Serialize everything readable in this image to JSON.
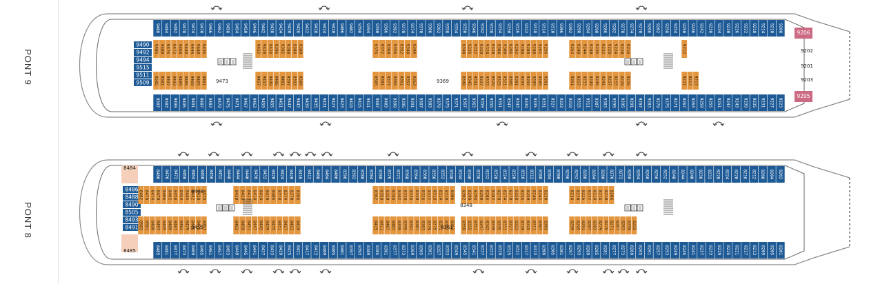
{
  "decks": [
    {
      "label": "PONT 9",
      "topRow": [
        "9488",
        "9484",
        "9482",
        "9478",
        "9474",
        "9470",
        "9466",
        "9462",
        "9458",
        "9454",
        "9450",
        "9446",
        "9442",
        "9438",
        "9434",
        "9430",
        "9426",
        "9422",
        "9418",
        "9414",
        "9410",
        "9406",
        "9402",
        "9398",
        "9394",
        "9390",
        "9386",
        "9382",
        "9378",
        "9374",
        "9370",
        "9366",
        "9362",
        "9358",
        "9354",
        "9350",
        "9346",
        "9342",
        "9338",
        "9334",
        "9330",
        "9326",
        "9322",
        "9318",
        "9314",
        "9310",
        "9306",
        "9302",
        "9298",
        "9294",
        "9290",
        "9286",
        "9282",
        "9278",
        "9274",
        "9270",
        "9266",
        "9262",
        "9258",
        "9254",
        "9250",
        "9246",
        "9242",
        "9238",
        "9234",
        "9230",
        "9226",
        "9222",
        "9218",
        "9214",
        "9210",
        "9208"
      ],
      "bottomRow": [
        "9507",
        "9503",
        "9499",
        "9495",
        "9491",
        "9487",
        "9483",
        "9479",
        "9475",
        "9471",
        "9467",
        "9463",
        "9459",
        "9455",
        "9451",
        "9447",
        "9443",
        "9439",
        "9435",
        "9431",
        "9427",
        "9423",
        "9419",
        "9415",
        "9411",
        "9407",
        "9403",
        "9399",
        "9395",
        "9391",
        "9387",
        "9383",
        "9379",
        "9375",
        "9371",
        "9367",
        "9363",
        "9359",
        "9355",
        "9351",
        "9347",
        "9343",
        "9339",
        "9335",
        "9331",
        "9327",
        "9323",
        "9319",
        "9315",
        "9311",
        "9307",
        "9303",
        "9299",
        "9295",
        "9291",
        "9287",
        "9283",
        "9279",
        "9275",
        "9271",
        "9267",
        "9263",
        "9259",
        "9255",
        "9251",
        "9247",
        "9243",
        "9239",
        "9235",
        "9231",
        "9227",
        "9223"
      ],
      "sideNumbers": [
        "9490",
        "9492",
        "9494",
        "9515",
        "9511",
        "9509"
      ],
      "innerUpper": [
        "9486",
        "9480",
        "9476",
        "9472",
        "9468",
        "9448",
        "9444",
        "9440",
        "9436",
        "9432",
        "9428",
        "9424",
        "9396",
        "9392",
        "9388",
        "9384",
        "9380",
        "9376",
        "9372",
        "9360",
        "9356",
        "9352",
        "9348",
        "9344",
        "9340",
        "9336",
        "9332",
        "9328",
        "9324",
        "9320",
        "9304",
        "9300",
        "9296",
        "9292",
        "9288",
        "9284",
        "9280",
        "9262",
        "9256",
        "9252",
        "9248",
        "9244",
        "9240",
        "9236",
        "9232",
        "9228",
        "9224",
        "9220",
        "9216",
        "9212"
      ],
      "innerLower": [
        "9505",
        "9501",
        "9497",
        "9493",
        "9489",
        "9485",
        "9469",
        "9465",
        "9461",
        "9457",
        "9453",
        "9449",
        "9405",
        "9401",
        "9397",
        "9393",
        "9389",
        "9385",
        "9381",
        "9377",
        "9365",
        "9361",
        "9357",
        "9353",
        "9349",
        "9345",
        "9341",
        "9337",
        "9333",
        "9329",
        "9325",
        "9321",
        "9305",
        "9301",
        "9297",
        "9293",
        "9289",
        "9285",
        "9281",
        "9261",
        "9257",
        "9253",
        "9249",
        "9245",
        "9241",
        "9237",
        "9233",
        "9229",
        "9225",
        "9221",
        "9217",
        "9213"
      ],
      "labels": [
        "9473",
        "9369",
        "9206",
        "9205",
        "9202",
        "9201",
        "9203"
      ]
    },
    {
      "label": "PONT 8",
      "topRow": [
        "8480",
        "8476",
        "8472",
        "8468",
        "8464",
        "8460",
        "8456",
        "8452",
        "8448",
        "8444",
        "8440",
        "8436",
        "8432",
        "8428",
        "8424",
        "8420",
        "8416",
        "8412",
        "8408",
        "8404",
        "8400",
        "8396",
        "8392",
        "8388",
        "8384",
        "8380",
        "8376",
        "8372",
        "8368",
        "8364",
        "8360",
        "8356",
        "8352",
        "8348",
        "8344",
        "8340",
        "8336",
        "8332",
        "8328",
        "8324",
        "8320",
        "8316",
        "8312",
        "8308",
        "8304",
        "8300",
        "8296",
        "8292",
        "8288",
        "8284",
        "8280",
        "8276",
        "8272",
        "8268",
        "8264",
        "8260",
        "8256",
        "8252",
        "8248",
        "8244",
        "8240",
        "8236",
        "8232",
        "8228",
        "8224",
        "8220",
        "8216",
        "8212",
        "8208",
        "8204",
        "8202"
      ],
      "bottomRow": [
        "8485",
        "8481",
        "8477",
        "8473",
        "8469",
        "8465",
        "8461",
        "8457",
        "8453",
        "8449",
        "8445",
        "8441",
        "8437",
        "8433",
        "8429",
        "8425",
        "8421",
        "8417",
        "8413",
        "8409",
        "8405",
        "8401",
        "8397",
        "8393",
        "8389",
        "8385",
        "8381",
        "8377",
        "8373",
        "8369",
        "8365",
        "8361",
        "8357",
        "8353",
        "8349",
        "8345",
        "8341",
        "8337",
        "8333",
        "8329",
        "8325",
        "8321",
        "8317",
        "8313",
        "8309",
        "8305",
        "8301",
        "8297",
        "8293",
        "8289",
        "8285",
        "8281",
        "8277",
        "8273",
        "8269",
        "8265",
        "8261",
        "8257",
        "8253",
        "8249",
        "8245",
        "8241",
        "8237",
        "8233",
        "8229",
        "8225",
        "8221",
        "8217",
        "8213",
        "8209",
        "8205",
        "8201"
      ],
      "sideNumbers": [
        "8486",
        "8488",
        "8490",
        "8505",
        "8493",
        "8491"
      ],
      "innerUpper": [
        "8482",
        "8478",
        "8474",
        "8470",
        "8466",
        "8462",
        "8458",
        "8454",
        "8446",
        "8442",
        "8438",
        "8434",
        "8430",
        "8426",
        "8422",
        "8418",
        "8414",
        "8410",
        "8406",
        "8378",
        "8374",
        "8370",
        "8366",
        "8362",
        "8358",
        "8350",
        "8346",
        "8342",
        "8338",
        "8334",
        "8330",
        "8326",
        "8322",
        "8318",
        "8314",
        "8310",
        "8306",
        "8302",
        "8298",
        "8294",
        "8290",
        "8286",
        "8282",
        "8278",
        "8274",
        "8270",
        "8258",
        "8254",
        "8250",
        "8246",
        "8242",
        "8238",
        "8234",
        "8230",
        "8226",
        "8222",
        "8218",
        "8214",
        "8210",
        "8206"
      ],
      "innerLower": [
        "8503",
        "8501",
        "8499",
        "8497",
        "8495",
        "8489",
        "8487",
        "8483",
        "8479",
        "8475",
        "8471",
        "8467",
        "8463",
        "8459",
        "8451",
        "8447",
        "8443",
        "8439",
        "8435",
        "8431",
        "8427",
        "8423",
        "8419",
        "8415",
        "8411",
        "8407",
        "8403",
        "8399",
        "8395",
        "8391",
        "8387",
        "8383",
        "8379",
        "8375",
        "8371",
        "8367",
        "8363",
        "8359",
        "8355",
        "8351",
        "8347",
        "8343",
        "8339",
        "8335",
        "8331",
        "8327",
        "8323",
        "8319",
        "8315",
        "8311",
        "8307",
        "8303",
        "8299",
        "8295",
        "8291",
        "8287",
        "8283",
        "8279",
        "8275",
        "8271",
        "8267",
        "8263",
        "8259",
        "8255"
      ],
      "labels": [
        "8484",
        "8487",
        "8448",
        "8455",
        "8440",
        "8348",
        "8361",
        "8489",
        "8485"
      ]
    }
  ],
  "colors": {
    "outside": "#1d5a96",
    "inside": "#e4963f",
    "suite": "#cc6a83",
    "light": "#f5cfb9",
    "hull": "#8a8a8a"
  }
}
